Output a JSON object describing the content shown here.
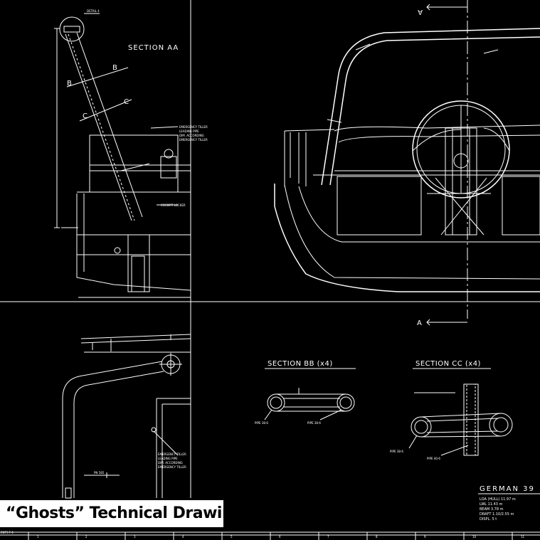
{
  "caption": "“Ghosts” Technical Drawings",
  "labels": {
    "section_aa": "SECTION AA",
    "section_bb": "SECTION BB (x4)",
    "section_cc": "SECTION CC (x4)",
    "detail": "DETAIL 4",
    "cut_a_top": "A",
    "cut_a_bottom": "A",
    "cut_b_left": "B",
    "cut_b_right": "B",
    "cut_c_left": "C",
    "cut_c_right": "C",
    "emergency_tiller_1": "EMERGENCY TILLER",
    "leading_pipe_1": "LEADING PIPE",
    "dim_according_1": "DIM. ACCORDING",
    "emergency_tiller_1b": "EMERGENCY TILLER",
    "cockpit_locker": "COCKPIT LOCKER",
    "emergency_tiller_2": "EMERGENCY TILLER",
    "leading_pipe_2": "LEADING PIPE",
    "dim_according_2": "DIM. ACCORDING",
    "emergency_tiller_2b": "EMERGENCY TILLER",
    "dim_pn": "PN 585",
    "pipe_bb_left": "PIPE 38-6",
    "pipe_bb_right": "PIPE 38-6",
    "pipe_cc_left": "PIPE 38-6",
    "pipe_cc_right": "PIPE 40-6",
    "vessel_title": "GERMAN 39",
    "spec_loa": "LOA (HULL) 11.97 m",
    "spec_lwl": "LWL 11.43 m",
    "spec_beam": "BEAM 3.78 m",
    "spec_draft": "DRAFT 1.10/2.55 m",
    "spec_displ": "DISPL. 5 t",
    "ruler_left": "ENTS F-1"
  },
  "ruler_numbers": [
    "1",
    "2",
    "3",
    "4",
    "5",
    "6",
    "7",
    "8",
    "9",
    "10",
    "11"
  ],
  "colors": {
    "background": "#000000",
    "line": "#ffffff",
    "caption_bg": "#ffffff",
    "caption_text": "#000000"
  }
}
